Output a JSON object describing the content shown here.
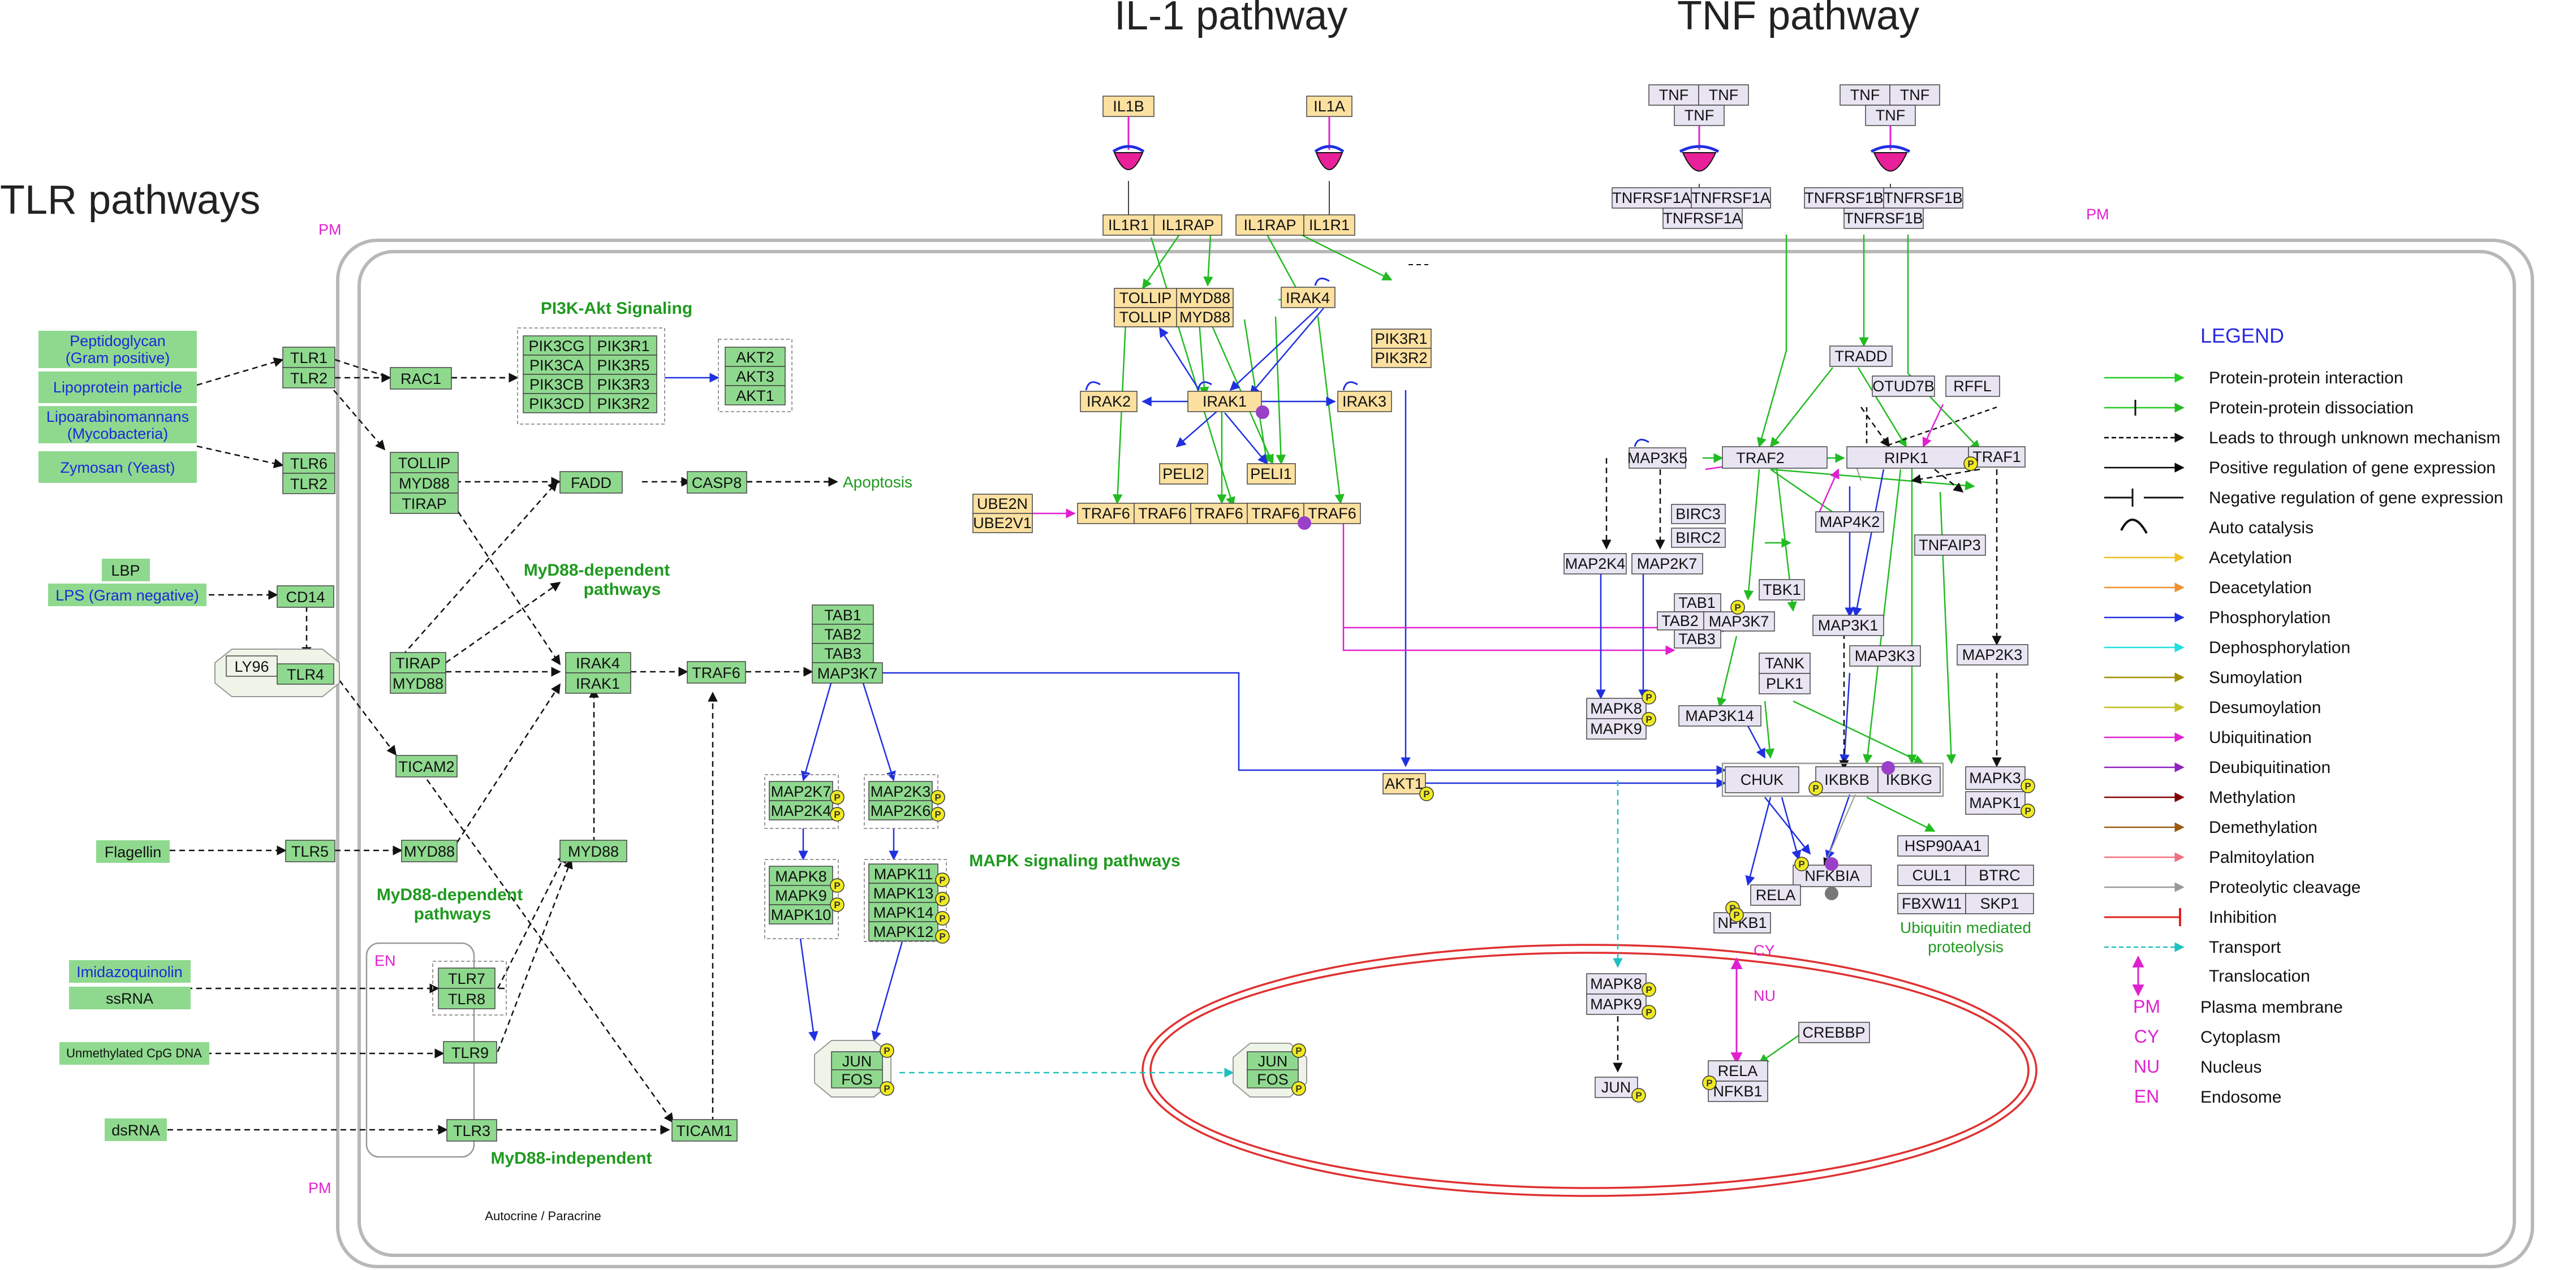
{
  "titles": {
    "tlr": "TLR pathways",
    "il1": "IL-1 pathway",
    "tnf": "TNF pathway"
  },
  "compartments": {
    "pm": "PM",
    "cy": "CY",
    "nu": "NU",
    "en": "EN"
  },
  "section_labels": {
    "pi3k": "PI3K-Akt Signaling",
    "myd88_dep_1": [
      "MyD88-dependent",
      "pathways"
    ],
    "myd88_dep_2": [
      "MyD88-dependent",
      "pathways"
    ],
    "myd88_indep": "MyD88-independent",
    "mapk": "MAPK signaling pathways",
    "apoptosis": "Apoptosis",
    "ubiquitin": [
      "Ubiquitin mediated",
      "proteolysis"
    ],
    "autocrine": "Autocrine / Paracrine"
  },
  "ligands": {
    "peptidoglycan": [
      "Peptidoglycan",
      "(Gram positive)"
    ],
    "lipoprotein": "Lipoprotein particle",
    "lipoarabinomannans": [
      "Lipoarabinomannans",
      "(Mycobacteria)"
    ],
    "zymosan": "Zymosan (Yeast)",
    "lbp": "LBP",
    "lps": "LPS (Gram negative)",
    "flagellin": "Flagellin",
    "imidazoquinolin": "Imidazoquinolin",
    "ssrna": "ssRNA",
    "cpg": "Unmethylated CpG DNA",
    "dsrna": "dsRNA"
  },
  "nodes": {
    "tlr1": "TLR1",
    "tlr2a": "TLR2",
    "rac1": "RAC1",
    "tlr6": "TLR6",
    "tlr2b": "TLR2",
    "tollip_g": "TOLLIP",
    "myd88_g": "MYD88",
    "tirap_g": "TIRAP",
    "fadd": "FADD",
    "casp8": "CASP8",
    "pi3k": [
      "PIK3CG",
      "PIK3R1",
      "PIK3CA",
      "PIK3R5",
      "PIK3CB",
      "PIK3R3",
      "PIK3CD",
      "PIK3R2"
    ],
    "akt": [
      "AKT2",
      "AKT3",
      "AKT1"
    ],
    "cd14": "CD14",
    "ly96": "LY96",
    "tlr4": "TLR4",
    "tirap2": "TIRAP",
    "myd88_2": "MYD88",
    "irak4_g": "IRAK4",
    "irak1_g": "IRAK1",
    "traf6_g": "TRAF6",
    "tab1": "TAB1",
    "tab2": "TAB2",
    "tab3": "TAB3",
    "map3k7": "MAP3K7",
    "ticam2": "TICAM2",
    "tlr5": "TLR5",
    "myd88_3": "MYD88",
    "myd88_4": "MYD88",
    "tlr7": "TLR7",
    "tlr8": "TLR8",
    "tlr9": "TLR9",
    "tlr3": "TLR3",
    "ticam1": "TICAM1",
    "map2k7": "MAP2K7",
    "map2k4": "MAP2K4",
    "map2k3": "MAP2K3",
    "map2k6": "MAP2K6",
    "mapk8": "MAPK8",
    "mapk9": "MAPK9",
    "mapk10": "MAPK10",
    "mapk11": "MAPK11",
    "mapk13": "MAPK13",
    "mapk14": "MAPK14",
    "mapk12": "MAPK12",
    "jun": "JUN",
    "fos": "FOS",
    "jun_n": "JUN",
    "fos_n": "FOS",
    "il1b": "IL1B",
    "il1a": "IL1A",
    "il1r1_a": "IL1R1",
    "il1rap_a": "IL1RAP",
    "il1rap_b": "IL1RAP",
    "il1r1_b": "IL1R1",
    "tollip_y": "TOLLIP",
    "myd88_y1": "MYD88",
    "tollip_y2": "TOLLIP",
    "myd88_y2": "MYD88",
    "irak4_y": "IRAK4",
    "irak2": "IRAK2",
    "irak1_y": "IRAK1",
    "irak3": "IRAK3",
    "pik3r1": "PIK3R1",
    "pik3r2": "PIK3R2",
    "peli2": "PELI2",
    "peli1": "PELI1",
    "ube2n": "UBE2N",
    "ube2v1": "UBE2V1",
    "traf6_y": [
      "TRAF6",
      "TRAF6",
      "TRAF6",
      "TRAF6",
      "TRAF6"
    ],
    "akt1": "AKT1",
    "tnf": [
      "TNF",
      "TNF",
      "TNF"
    ],
    "tnf2": [
      "TNF",
      "TNF",
      "TNF"
    ],
    "tnfrsf1a": [
      "TNFRSF1A",
      "TNFRSF1A",
      "TNFRSF1A"
    ],
    "tnfrsf1b": [
      "TNFRSF1B",
      "TNFRSF1B",
      "TNFRSF1B"
    ],
    "tradd": "TRADD",
    "otud7b": "OTUD7B",
    "rffl": "RFFL",
    "map3k5": "MAP3K5",
    "traf2": "TRAF2",
    "ripk1": "RIPK1",
    "traf1": "TRAF1",
    "birc3": "BIRC3",
    "birc2": "BIRC2",
    "map4k2": "MAP4K2",
    "tnfaip3": "TNFAIP3",
    "map2k4_t": "MAP2K4",
    "map2k7_t": "MAP2K7",
    "tbk1": "TBK1",
    "tab1_t": "TAB1",
    "tab2_t": "TAB2",
    "tab3_t": "TAB3",
    "map3k7_t": "MAP3K7",
    "map3k1": "MAP3K1",
    "tank": "TANK",
    "plk1": "PLK1",
    "map3k3": "MAP3K3",
    "map2k3_t": "MAP2K3",
    "mapk8_t": "MAPK8",
    "mapk9_t": "MAPK9",
    "map3k14": "MAP3K14",
    "chuk": "CHUK",
    "ikbkb": "IKBKB",
    "ikbkg": "IKBKG",
    "mapk3": "MAPK3",
    "mapk1": "MAPK1",
    "hsp90aa1": "HSP90AA1",
    "cul1": "CUL1",
    "btrc": "BTRC",
    "fbxw11": "FBXW11",
    "skp1": "SKP1",
    "nfkbia": "NFKBIA",
    "rela": "RELA",
    "nfkb1": "NFKB1",
    "mapk8_n": "MAPK8",
    "mapk9_n": "MAPK9",
    "jun_tn": "JUN",
    "crebbp": "CREBBP",
    "rela_n": "RELA",
    "nfkb1_n": "NFKB1"
  },
  "legend": {
    "title": "LEGEND",
    "items": [
      {
        "label": "Protein-protein interaction",
        "color": "#22cc22"
      },
      {
        "label": "Protein-protein dissociation",
        "color": "#22cc22"
      },
      {
        "label": "Leads to through unknown mechanism",
        "color": "#000000"
      },
      {
        "label": "Positive regulation of gene expression",
        "color": "#000000"
      },
      {
        "label": "Negative regulation of gene expression",
        "color": "#000000"
      },
      {
        "label": "Auto catalysis",
        "color": "#000000"
      },
      {
        "label": "Acetylation",
        "color": "#f0c020"
      },
      {
        "label": "Deacetylation",
        "color": "#f09030"
      },
      {
        "label": "Phosphorylation",
        "color": "#2030e0"
      },
      {
        "label": "Dephosphorylation",
        "color": "#20e0e0"
      },
      {
        "label": "Sumoylation",
        "color": "#a09000"
      },
      {
        "label": "Desumoylation",
        "color": "#c0c020"
      },
      {
        "label": "Ubiquitination",
        "color": "#e020d0"
      },
      {
        "label": "Deubiquitination",
        "color": "#9020c0"
      },
      {
        "label": "Methylation",
        "color": "#800000"
      },
      {
        "label": "Demethylation",
        "color": "#9a5a10"
      },
      {
        "label": "Palmitoylation",
        "color": "#f07080"
      },
      {
        "label": "Proteolytic cleavage",
        "color": "#999999"
      },
      {
        "label": "Inhibition",
        "color": "#e02020"
      },
      {
        "label": "Transport",
        "color": "#20c0c0"
      },
      {
        "label": "Translocation",
        "color": "#e020d0"
      }
    ],
    "compartments": [
      {
        "code": "PM",
        "label": "Plasma membrane"
      },
      {
        "code": "CY",
        "label": "Cytoplasm"
      },
      {
        "code": "NU",
        "label": "Nucleus"
      },
      {
        "code": "EN",
        "label": "Endosome"
      }
    ]
  },
  "phospho_mark": "P",
  "colors": {
    "green_node": "#8fd98f",
    "yellow_node": "#fbe0a0",
    "lavender_node": "#e8e4f2",
    "ligand_blue_text": "#1a2ad8",
    "activation_green": "#22bb22",
    "phospho_blue": "#2030e0",
    "ubiq_magenta": "#e020d0",
    "nucleus_red": "#e03030",
    "cell_gray": "#b8b8b8"
  }
}
